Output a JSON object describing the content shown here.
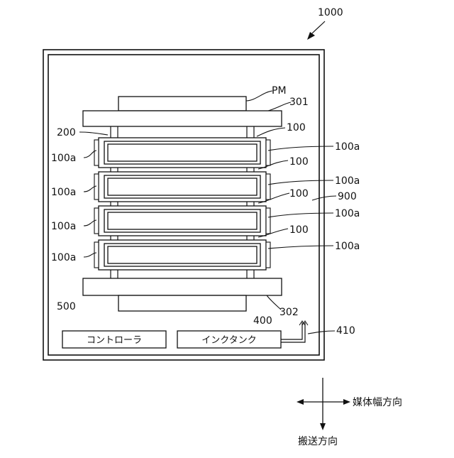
{
  "labels": {
    "device": "1000",
    "print_module": "PM",
    "upper_plate": "301",
    "lower_plate": "302",
    "frame": "900",
    "support": "200",
    "head_unit": "100",
    "head": "100a",
    "ink_tank_ref": "400",
    "ink_tube_ref": "410",
    "controller_ref": "500"
  },
  "boxes": {
    "controller": "コントローラ",
    "ink_tank": "インクタンク"
  },
  "directions": {
    "width": "媒体幅方向",
    "conveyance": "搬送方向"
  }
}
